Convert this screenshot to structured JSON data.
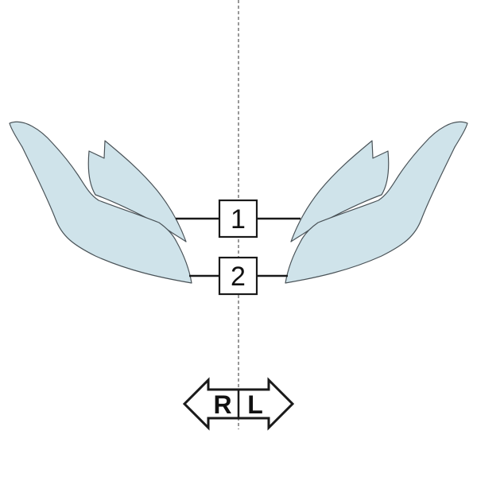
{
  "labels": {
    "part_one": "1",
    "part_two": "2"
  },
  "direction": {
    "right": "R",
    "left": "L"
  },
  "colors": {
    "panel_fill": "#cfe3ea",
    "panel_stroke": "#4a5358",
    "line": "#1a1a1a"
  }
}
